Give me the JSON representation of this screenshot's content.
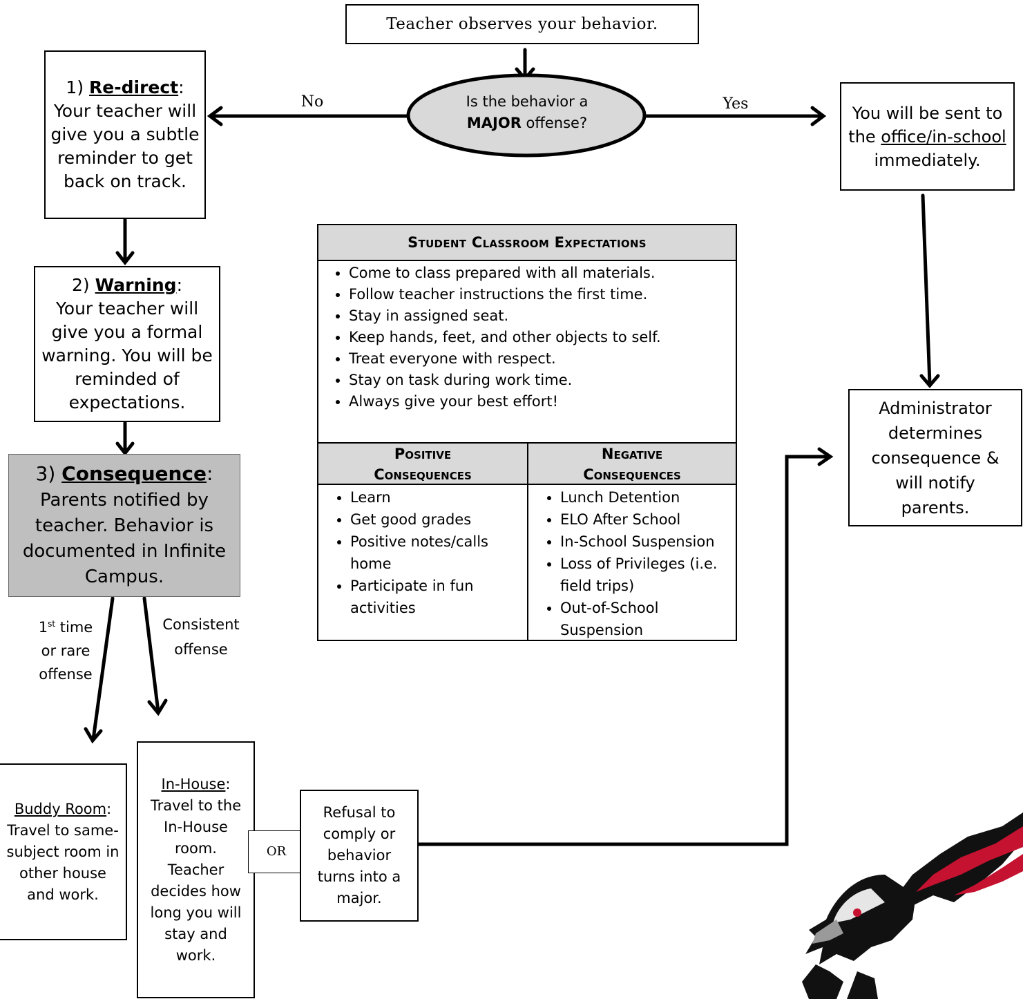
{
  "top_box": {
    "text": "Teacher observes your behavior."
  },
  "decision": {
    "line1": "Is the behavior a",
    "bold": "MAJOR",
    "rest": " offense?"
  },
  "no_label": "No",
  "yes_label": "Yes",
  "step1": {
    "num": "1) ",
    "title": "Re-direct",
    "colon": ":",
    "body": "Your teacher will give you a subtle reminder to get back on track."
  },
  "step2": {
    "num": "2) ",
    "title": "Warning",
    "colon": ":",
    "body": "Your teacher will give you a formal warning. You will be reminded of expectations."
  },
  "step3": {
    "num": "3) ",
    "title": "Consequence",
    "colon": ":",
    "body": "Parents notified by teacher. Behavior is documented in Infinite Campus."
  },
  "office_box": {
    "pre": "You will be sent to the ",
    "link": "office/in-school",
    "post": " immediately."
  },
  "admin_box": {
    "text": "Administrator determines consequence & will notify parents."
  },
  "first_time_label": {
    "pre": "1",
    "sup": "st",
    "post": " time or rare offense"
  },
  "consistent_label": "Consistent offense",
  "buddy_box": {
    "title": "Buddy Room",
    "colon": ":",
    "body": "Travel to same-subject room in other house and work."
  },
  "inhouse_box": {
    "title": "In-House",
    "colon": ":",
    "body": "Travel to the In-House room. Teacher decides how long you will stay and work."
  },
  "or_label": "OR",
  "refusal_box": {
    "text": "Refusal to comply or behavior turns into a major."
  },
  "expectations": {
    "title": "Student Classroom Expectations",
    "items": [
      "Come to class prepared with all materials.",
      "Follow teacher instructions the first time.",
      "Stay in assigned seat.",
      "Keep hands, feet, and other objects to self.",
      "Treat everyone with respect.",
      "Stay on task during work time.",
      "Always give your best effort!"
    ],
    "positive_title": "Positive Consequences",
    "positive": [
      "Learn",
      "Get good grades",
      "Positive notes/calls home",
      "Participate in fun activities"
    ],
    "negative_title": "Negative Consequences",
    "negative": [
      "Lunch Detention",
      "ELO After School",
      "In-School Suspension",
      "Loss of Privileges (i.e. field trips)",
      "Out-of-School Suspension"
    ]
  },
  "colors": {
    "header_fill": "#d9d9d9",
    "consequence_fill": "#bfbfbf",
    "mascot_red": "#c41230",
    "mascot_black": "#111111"
  },
  "mascot": {
    "icon": "hawk-mascot-icon"
  }
}
